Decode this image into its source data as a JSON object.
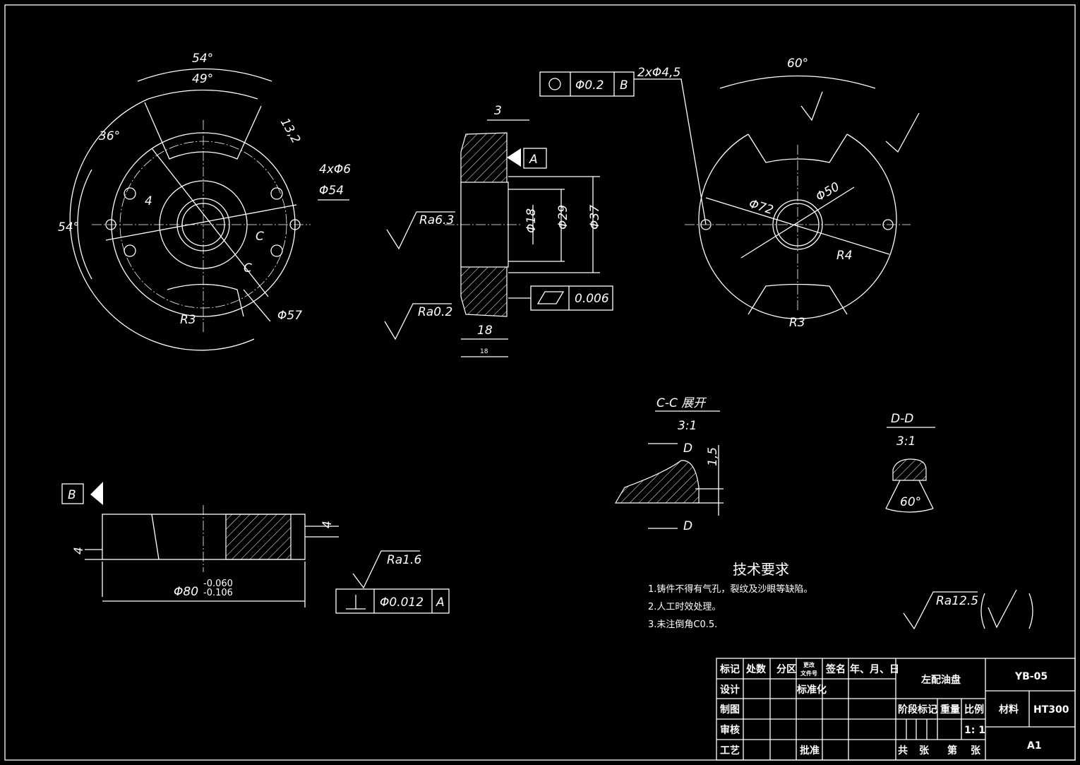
{
  "view_top_left": {
    "ang54a": "54°",
    "ang49": "49°",
    "ang36": "36°",
    "ang54b": "54°",
    "d13_2": "13,2",
    "holes": "4xΦ6",
    "d54": "Φ54",
    "d57": "Φ57",
    "r3": "R3",
    "d4": "4",
    "c1": "C",
    "c2": "C"
  },
  "view_section": {
    "d3": "3",
    "datum_a": "A",
    "ra63": "Ra6.3",
    "ra02": "Ra0.2",
    "d18": "Φ18",
    "d29": "Φ29",
    "d37": "Φ37",
    "len18": "18",
    "len18small": "18",
    "flatness": "0.006"
  },
  "view_top_right": {
    "position_tol": "Φ0.2",
    "position_datum": "B",
    "holes": "2xΦ4,5",
    "ang60": "60°",
    "d72": "Φ72",
    "d50": "Φ50",
    "r4": "R4",
    "r3": "R3"
  },
  "section_cc": {
    "title": "C-C 展开",
    "scale": "3:1",
    "d1": "D",
    "d2": "D",
    "d15": "1,5"
  },
  "section_dd": {
    "title": "D-D",
    "scale": "3:1",
    "ang": "60°"
  },
  "view_bottom": {
    "datum_b": "B",
    "d4a": "4",
    "d4b": "4",
    "ra16": "Ra1.6",
    "dia80": "Φ80",
    "tol_up": "-0.060",
    "tol_lo": "-0.106",
    "perp_tol": "Φ0.012",
    "perp_datum": "A"
  },
  "tech": {
    "title": "技术要求",
    "items": [
      "1.铸件不得有气孔，裂纹及沙眼等缺陷。",
      "2.人工时效处理。",
      "3.未注倒角C0.5."
    ]
  },
  "roughness_general": {
    "label": "Ra12.5"
  },
  "title_block": {
    "h_mark": "标记",
    "h_count": "处数",
    "h_zone": "分区",
    "h_docno_1": "更改",
    "h_docno_2": "文件号",
    "h_sign": "签名",
    "h_date": "年、月、日",
    "design": "设计",
    "standard": "标准化",
    "draw": "制图",
    "review": "审核",
    "process": "工艺",
    "approve": "批准",
    "part_name": "左配油盘",
    "drawing_no": "YB-05",
    "stage": "阶段标记",
    "weight": "重量",
    "scale_label": "比例",
    "scale": "1: 1",
    "material_label": "材料",
    "material": "HT300",
    "sheets_total": "共",
    "sheets_unit": "张",
    "sheet_no": "第",
    "sheet_unit2": "张",
    "size": "A1"
  }
}
